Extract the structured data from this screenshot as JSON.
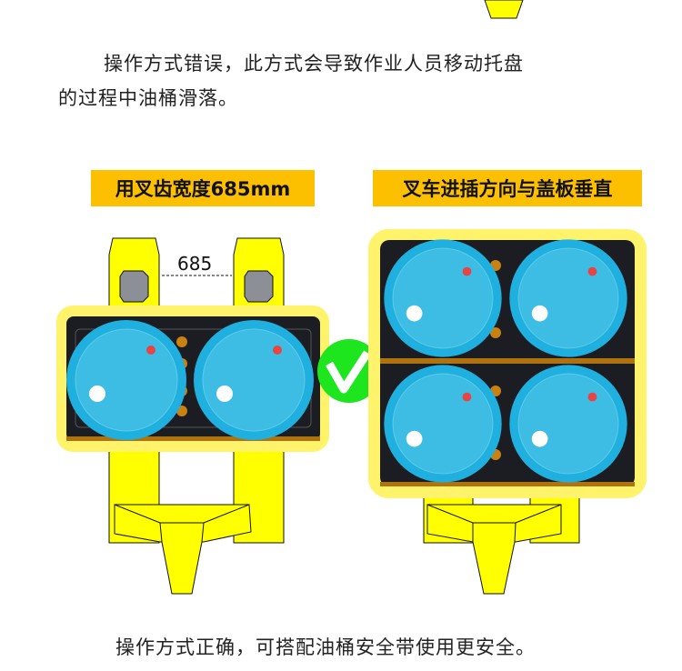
{
  "intro": {
    "line1": "操作方式错误，此方式会导致作业人员移动托盘",
    "line2": "的过程中油桶滑落。"
  },
  "left_panel": {
    "label": "用叉齿宽度685mm",
    "dimension": "685"
  },
  "right_panel": {
    "label": "叉车进插方向与盖板垂直"
  },
  "check_icon": "checkmark-icon",
  "conclusion": "操作方式正确，可搭配油桶安全带使用更安全。",
  "colors": {
    "label_bg": "#fcc000",
    "fork_yellow": "#ffff00",
    "pallet_yellow": "#fef36a",
    "drum_blue": "#3dbde3",
    "check_green": "#1ee61e"
  }
}
